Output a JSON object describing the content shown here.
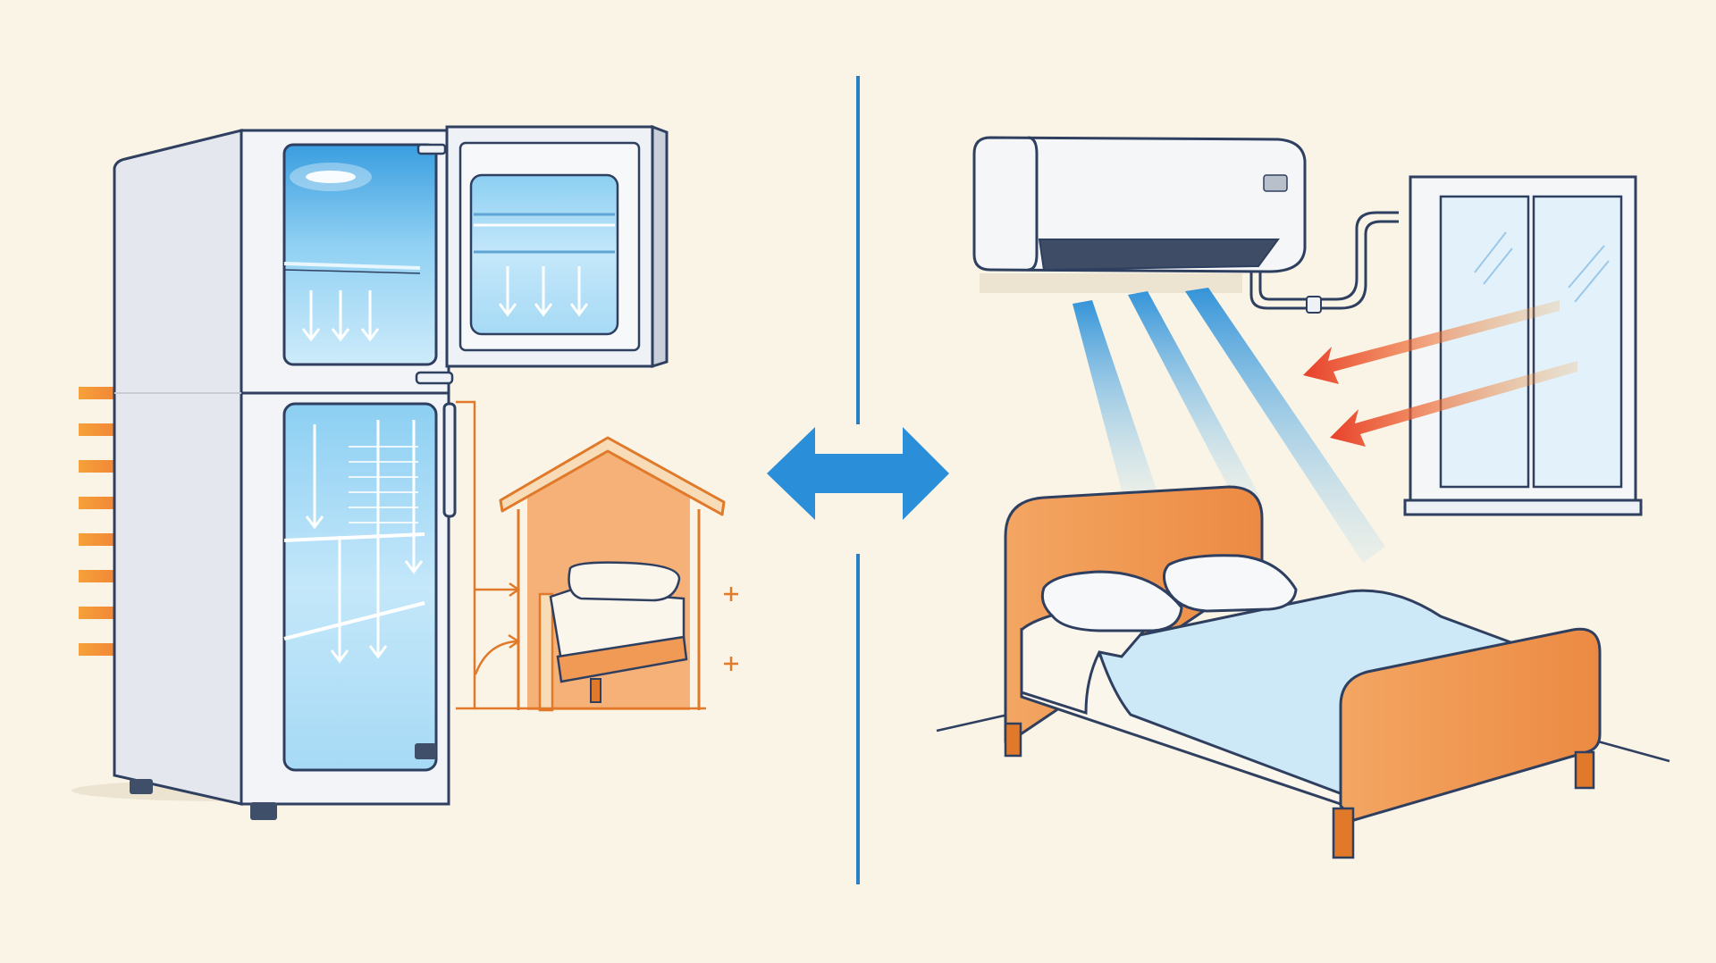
{
  "diagram": {
    "panels": [
      {
        "id": "left",
        "subject": "refrigerator",
        "contents": [
          "refrigerator",
          "freezer-door",
          "cold-arrows",
          "heat-arrows",
          "small-house",
          "small-bed"
        ]
      },
      {
        "id": "right",
        "subject": "bedroom",
        "contents": [
          "air-conditioner",
          "cool-air-beams",
          "window",
          "warm-air-arrows",
          "bed"
        ]
      }
    ],
    "connector": "double-arrow",
    "arrows": {
      "heat_inflow_count": 8,
      "fridge_cold_arrows": 3,
      "freezer_cold_arrows": 3,
      "window_heat_arrows": 2,
      "ac_cool_beams": 3
    },
    "colors": {
      "background": "#faf4e6",
      "outline": "#2f3f60",
      "appliance": "#eef1f5",
      "cold_blue": "#2a8fd8",
      "ice_blue": "#bfe3f8",
      "heat_orange": "#f08a2a",
      "heat_red": "#e8402a",
      "bed_orange": "#f09a55",
      "blanket_blue": "#cde8f6",
      "divider": "#2a7fc4"
    }
  }
}
